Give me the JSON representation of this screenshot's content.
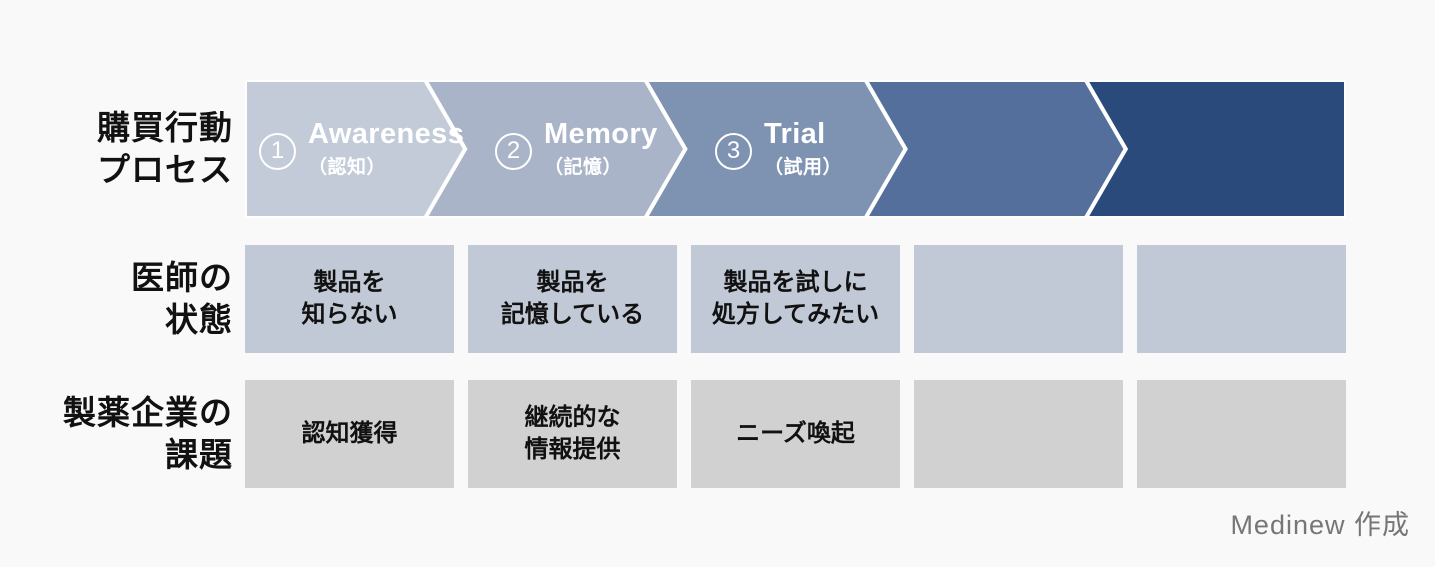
{
  "colors": {
    "background": "#f9f9f9",
    "separator": "#ffffff",
    "label_text": "#111111",
    "stage_text": "#ffffff",
    "doctor_cell_bg": "#c2c9d6",
    "company_cell_bg": "#d1d1d1",
    "credit_text": "#757678"
  },
  "rows": {
    "process": {
      "label": "購買行動\nプロセス"
    },
    "doctor": {
      "label": "医師の\n状態"
    },
    "company": {
      "label": "製薬企業の\n課題"
    }
  },
  "stages": [
    {
      "number": "1",
      "title": "Awareness",
      "subtitle": "（認知）",
      "color": "#c3cbd9"
    },
    {
      "number": "2",
      "title": "Memory",
      "subtitle": "（記憶）",
      "color": "#a9b4c8"
    },
    {
      "number": "3",
      "title": "Trial",
      "subtitle": "（試用）",
      "color": "#7e92b2"
    },
    {
      "number": "",
      "title": "",
      "subtitle": "",
      "color": "#556f9d"
    },
    {
      "number": "",
      "title": "",
      "subtitle": "",
      "color": "#2b4a7c"
    }
  ],
  "doctor_cells": [
    "製品を\n知らない",
    "製品を\n記憶している",
    "製品を試しに\n処方してみたい",
    "",
    ""
  ],
  "company_cells": [
    "認知獲得",
    "継続的な\n情報提供",
    "ニーズ喚起",
    "",
    ""
  ],
  "credit": "Medinew 作成"
}
